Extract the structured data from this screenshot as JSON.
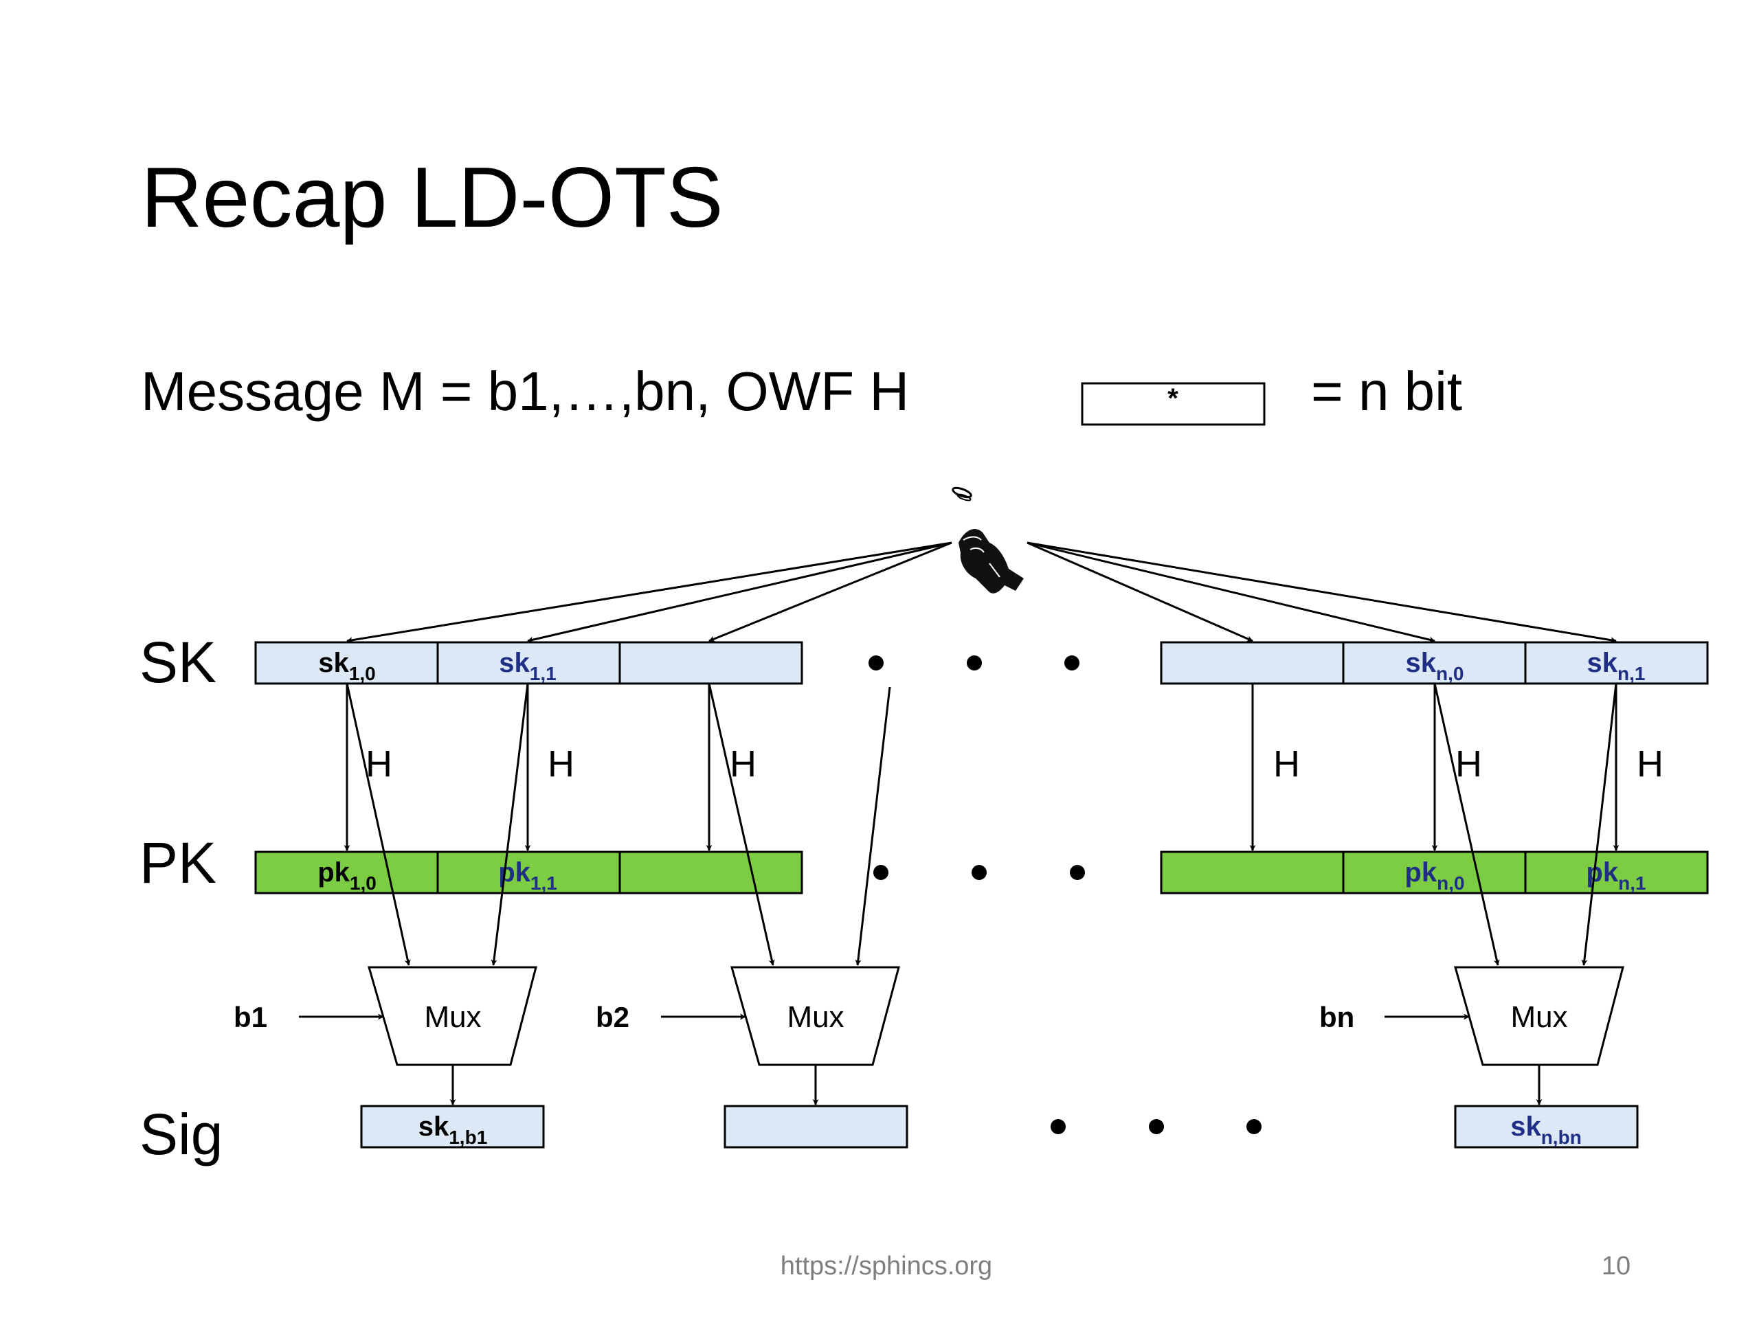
{
  "title": "Recap LD-OTS",
  "message_text": "Message M = b1,…,bn, OWF H",
  "legend_box_label": "*",
  "legend_equals": "= n bit",
  "row_labels": {
    "sk": "SK",
    "pk": "PK",
    "sig": "Sig"
  },
  "hash_label": "H",
  "mux_label": "Mux",
  "ellipsis_glyph": "•",
  "sk_cells": [
    {
      "base": "sk",
      "sub": "1,0",
      "color": "#000000"
    },
    {
      "base": "sk",
      "sub": "1,1",
      "color": "#1f2f86"
    },
    {
      "base": "",
      "sub": "",
      "color": "#000000"
    },
    {
      "base": "",
      "sub": "",
      "color": "#000000"
    },
    {
      "base": "sk",
      "sub": "n,0",
      "color": "#1f2f86"
    },
    {
      "base": "sk",
      "sub": "n,1",
      "color": "#1f2f86"
    }
  ],
  "pk_cells": [
    {
      "base": "pk",
      "sub": "1,0",
      "color": "#000000"
    },
    {
      "base": "pk",
      "sub": "1,1",
      "color": "#1f2f86"
    },
    {
      "base": "",
      "sub": "",
      "color": "#000000"
    },
    {
      "base": "",
      "sub": "",
      "color": "#000000"
    },
    {
      "base": "pk",
      "sub": "n,0",
      "color": "#1f2f86"
    },
    {
      "base": "pk",
      "sub": "n,1",
      "color": "#1f2f86"
    }
  ],
  "bit_inputs": [
    "b1",
    "b2",
    "bn"
  ],
  "sig_cells": [
    {
      "base": "sk",
      "sub": "1,b1",
      "color": "#000000"
    },
    {
      "base": "",
      "sub": "",
      "color": "#000000"
    },
    {
      "base": "sk",
      "sub": "n,bn",
      "color": "#1f2f86"
    }
  ],
  "footer_url": "https://sphincs.org",
  "page_number": "10",
  "colors": {
    "sk_fill": "#dce8f5",
    "pk_fill": "#7ccd44",
    "sig_fill": "#dce8f5",
    "stroke": "#000000",
    "footer_text": "#7f7f7f"
  },
  "icons": {
    "source": "hand-dropping-coin-icon"
  }
}
